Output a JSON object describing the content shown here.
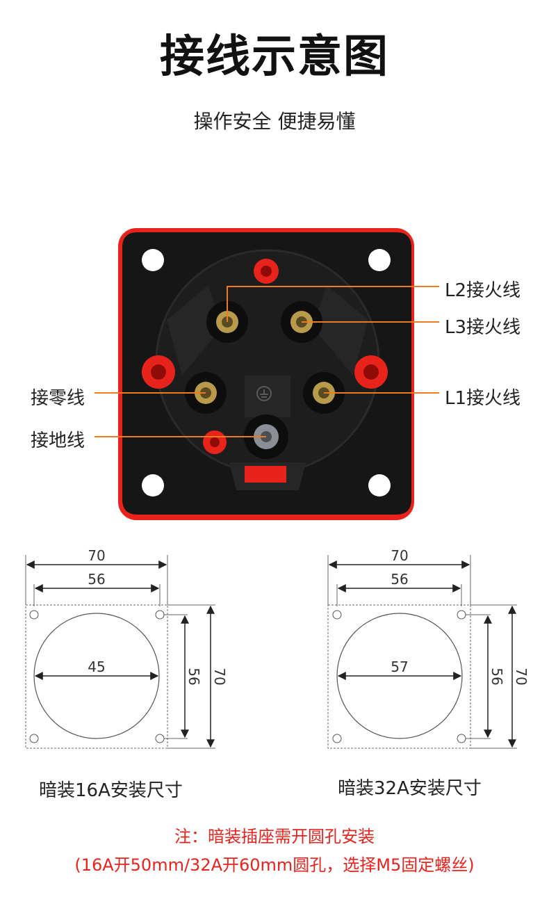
{
  "header": {
    "title": "接线示意图",
    "subtitle": "操作安全 便捷易懂"
  },
  "socket": {
    "labels": {
      "l2": "L2接火线",
      "l3": "L3接火线",
      "l1": "L1接火线",
      "neutral": "接零线",
      "ground": "接地线"
    },
    "colors": {
      "body": "#161616",
      "gasket": "#e8231c",
      "leader": "#f07a1e"
    }
  },
  "diagrams": [
    {
      "outer": "70",
      "hole_spacing": "56",
      "circle_diameter": "45",
      "side_inner": "56",
      "side_outer": "70",
      "caption": "暗装16A安装尺寸"
    },
    {
      "outer": "70",
      "hole_spacing": "56",
      "circle_diameter": "57",
      "side_inner": "56",
      "side_outer": "70",
      "caption": "暗装32A安装尺寸"
    }
  ],
  "note": {
    "line1": "注：暗装插座需开圆孔安装",
    "line2": "(16A开50mm/32A开60mm圆孔，选择M5固定螺丝)"
  }
}
